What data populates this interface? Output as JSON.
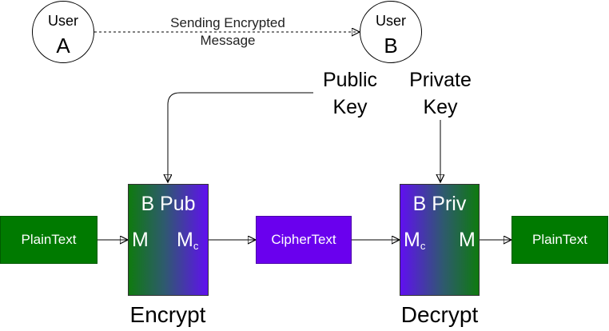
{
  "user_a": {
    "name": "User",
    "letter": "A"
  },
  "user_b": {
    "name": "User",
    "letter": "B"
  },
  "message": {
    "line1": "Sending Encrypted",
    "line2": "Message"
  },
  "public_key": {
    "line1": "Public",
    "line2": "Key"
  },
  "private_key": {
    "line1": "Private",
    "line2": "Key"
  },
  "plaintext_in": "PlainText",
  "ciphertext": "CipherText",
  "plaintext_out": "PlainText",
  "encrypt_box": {
    "title": "B Pub",
    "input": "M",
    "output": "M",
    "output_sub": "c",
    "caption": "Encrypt"
  },
  "decrypt_box": {
    "title": "B Priv",
    "input": "M",
    "input_sub": "c",
    "output": "M",
    "caption": "Decrypt"
  },
  "colors": {
    "plaintext": "#007a00",
    "ciphertext": "#6a00ee",
    "green": "#0f7a0f",
    "purple": "#6010f0"
  }
}
